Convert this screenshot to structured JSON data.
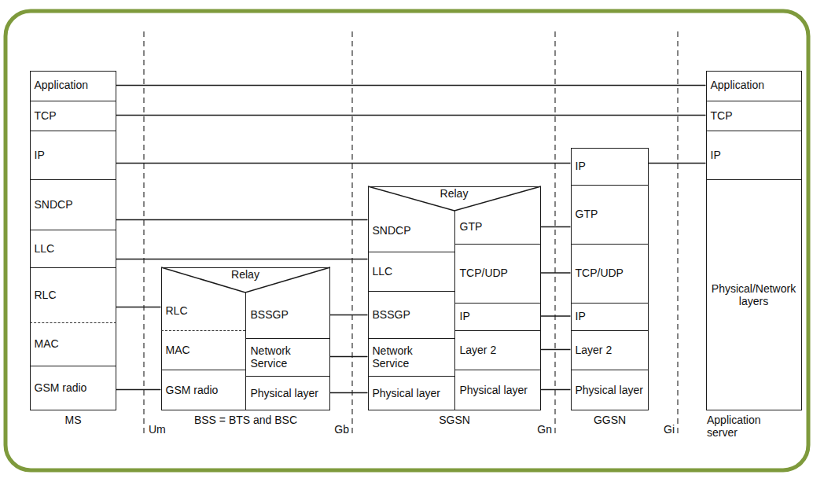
{
  "diagram": {
    "nodes": [
      {
        "text": [
          "MS"
        ]
      },
      {
        "text": [
          "Application"
        ],
        "in": 0
      },
      {
        "text": [
          "TCP"
        ],
        "in": 0
      },
      {
        "text": [
          "IP"
        ],
        "in": 0
      },
      {
        "text": [
          "SNDCP"
        ],
        "in": 0
      },
      {
        "text": [
          "LLC"
        ],
        "in": 0
      },
      {
        "text": [
          "RLC"
        ],
        "in": 0
      },
      {
        "text": [
          "MAC"
        ],
        "in": 0
      },
      {
        "text": [
          "GSM radio"
        ],
        "in": 0
      },
      {
        "text": [
          "BSS = BTS and BSC"
        ]
      },
      {
        "text": [
          "Relay"
        ],
        "in": 9
      },
      {
        "text": [
          "RLC"
        ],
        "in": 9
      },
      {
        "text": [
          "MAC"
        ],
        "in": 9
      },
      {
        "text": [
          "GSM radio"
        ],
        "in": 9
      },
      {
        "text": [
          "BSSGP"
        ],
        "in": 9
      },
      {
        "text": [
          "Network Service"
        ],
        "in": 9
      },
      {
        "text": [
          "Physical layer"
        ],
        "in": 9
      },
      {
        "text": [
          "SGSN"
        ]
      },
      {
        "text": [
          "Relay"
        ],
        "in": 17
      },
      {
        "text": [
          "SNDCP"
        ],
        "in": 17
      },
      {
        "text": [
          "LLC"
        ],
        "in": 17
      },
      {
        "text": [
          "BSSGP"
        ],
        "in": 17
      },
      {
        "text": [
          "Network Service"
        ],
        "in": 17
      },
      {
        "text": [
          "Physical layer"
        ],
        "in": 17
      },
      {
        "text": [
          "GTP"
        ],
        "in": 17
      },
      {
        "text": [
          "TCP/UDP"
        ],
        "in": 17
      },
      {
        "text": [
          "IP"
        ],
        "in": 17
      },
      {
        "text": [
          "Layer 2"
        ],
        "in": 17
      },
      {
        "text": [
          "Physical layer"
        ],
        "in": 17
      },
      {
        "text": [
          "GGSN"
        ]
      },
      {
        "text": [
          "IP"
        ],
        "in": 29
      },
      {
        "text": [
          "GTP"
        ],
        "in": 29
      },
      {
        "text": [
          "TCP/UDP"
        ],
        "in": 29
      },
      {
        "text": [
          "IP"
        ],
        "in": 29
      },
      {
        "text": [
          "Layer 2"
        ],
        "in": 29
      },
      {
        "text": [
          "Physical layer"
        ],
        "in": 29
      },
      {
        "text": [
          "Application server"
        ]
      },
      {
        "text": [
          "Application"
        ],
        "in": 36
      },
      {
        "text": [
          "TCP"
        ],
        "in": 36
      },
      {
        "text": [
          "IP"
        ],
        "in": 36
      },
      {
        "text": [
          "Physical/Network layers"
        ],
        "in": 36
      }
    ],
    "edges": [
      {
        "from": 1,
        "to": 37,
        "arrow": "none"
      },
      {
        "from": 2,
        "to": 38,
        "arrow": "none"
      },
      {
        "from": 3,
        "to": 30,
        "arrow": "none"
      },
      {
        "from": 30,
        "to": 39,
        "arrow": "none"
      },
      {
        "from": 4,
        "to": 19,
        "arrow": "none"
      },
      {
        "from": 5,
        "to": 20,
        "arrow": "none"
      },
      {
        "from": 6,
        "to": 11,
        "arrow": "none"
      },
      {
        "from": 8,
        "to": 13,
        "arrow": "none"
      },
      {
        "from": 14,
        "to": 21,
        "arrow": "none"
      },
      {
        "from": 15,
        "to": 22,
        "arrow": "none"
      },
      {
        "from": 16,
        "to": 23,
        "arrow": "none"
      },
      {
        "from": 24,
        "to": 31,
        "arrow": "none"
      },
      {
        "from": 25,
        "to": 32,
        "arrow": "none"
      },
      {
        "from": 26,
        "to": 33,
        "arrow": "none"
      },
      {
        "from": 27,
        "to": 34,
        "arrow": "none"
      },
      {
        "from": 28,
        "to": 35,
        "arrow": "none"
      }
    ],
    "labels": [
      "Um",
      "Gb",
      "Gn",
      "Gi"
    ]
  }
}
